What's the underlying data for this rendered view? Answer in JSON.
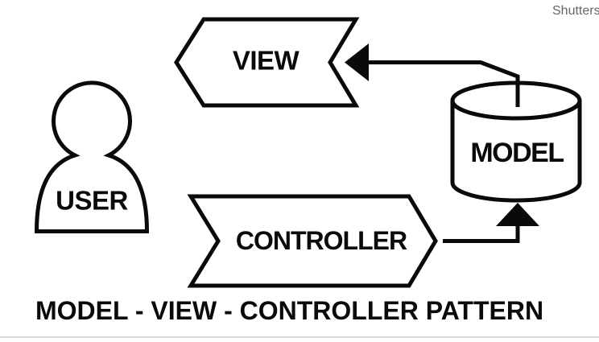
{
  "watermark": {
    "text": "Shutters"
  },
  "diagram": {
    "title": "MODEL - VIEW - CONTROLLER PATTERN",
    "nodes": {
      "user": {
        "label": "USER",
        "shape": "person-outline"
      },
      "view": {
        "label": "VIEW",
        "shape": "chevron-banner-pointing-left"
      },
      "controller": {
        "label": "CONTROLLER",
        "shape": "chevron-banner-pointing-right"
      },
      "model": {
        "label": "MODEL",
        "shape": "database-cylinder"
      }
    },
    "edges": [
      {
        "from": "MODEL",
        "to": "VIEW",
        "style": "elbow-line-arrow-left"
      },
      {
        "from": "CONTROLLER",
        "to": "MODEL",
        "style": "elbow-line-arrow-up"
      }
    ],
    "colors": {
      "stroke": "#0a0a0a",
      "shape_fill": "#ffffff",
      "background": "#ffffff",
      "watermark_text": "#63666b",
      "bottom_rule": "#d9d9d9"
    }
  }
}
